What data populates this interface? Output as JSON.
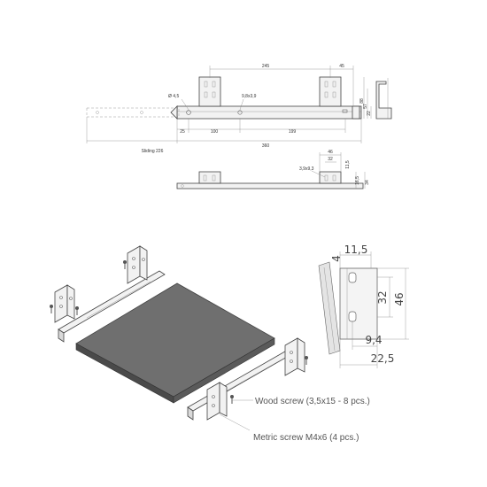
{
  "side_view": {
    "dim_245": "245",
    "dim_45": "45",
    "dim_hole_d": "Ø 4,5",
    "dim_slot": "9,8x3,9",
    "dim_25": "25",
    "dim_100": "100",
    "dim_199": "199",
    "dim_sliding": "Sliding 226",
    "dim_360": "360",
    "dim_h1": "88",
    "dim_h2": "57",
    "dim_h3": "22"
  },
  "top_view": {
    "dim_46": "46",
    "dim_32": "32",
    "dim_slot": "3,9x9,3",
    "dim_11_5": "11,5",
    "dim_h1": "16,5",
    "dim_h2": "34"
  },
  "bracket_detail": {
    "dim_4": "4",
    "dim_11_5": "11,5",
    "dim_32": "32",
    "dim_46": "46",
    "dim_9_4": "9,4",
    "dim_22_5": "22,5"
  },
  "callouts": {
    "wood_screw": "Wood screw (3,5x15 - 8 pcs.)",
    "metric_screw": "Metric screw M4x6 (4 pcs.)"
  }
}
